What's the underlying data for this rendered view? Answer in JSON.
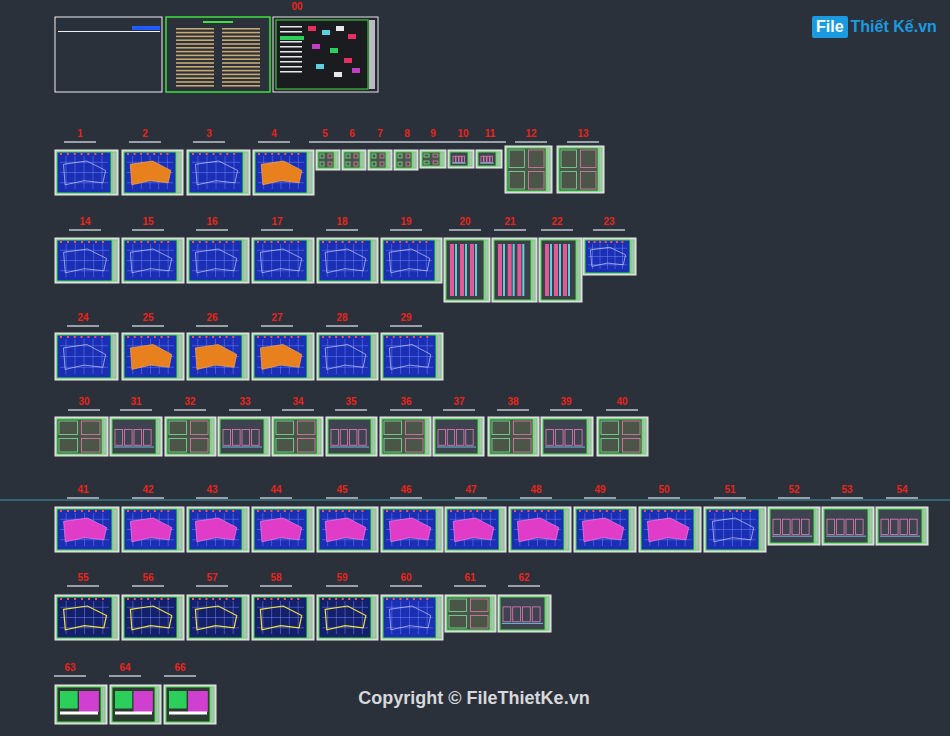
{
  "diagram": {
    "labels": [
      "00",
      "1",
      "2",
      "3",
      "4",
      "5",
      "6",
      "7",
      "8",
      "9",
      "10",
      "11",
      "12",
      "13",
      "14",
      "15",
      "16",
      "17",
      "18",
      "19",
      "20",
      "21",
      "22",
      "23",
      "24",
      "25",
      "26",
      "27",
      "28",
      "29",
      "30",
      "31",
      "32",
      "33",
      "34",
      "35",
      "36",
      "37",
      "38",
      "39",
      "40",
      "41",
      "42",
      "43",
      "44",
      "45",
      "46",
      "47",
      "48",
      "49",
      "50",
      "51",
      "52",
      "53",
      "54",
      "55",
      "56",
      "57",
      "58",
      "59",
      "60",
      "61",
      "62",
      "63",
      "64",
      "66",
      "File",
      "Thiết Kế.vn",
      "Copyright © FileThietKe.vn"
    ]
  }
}
